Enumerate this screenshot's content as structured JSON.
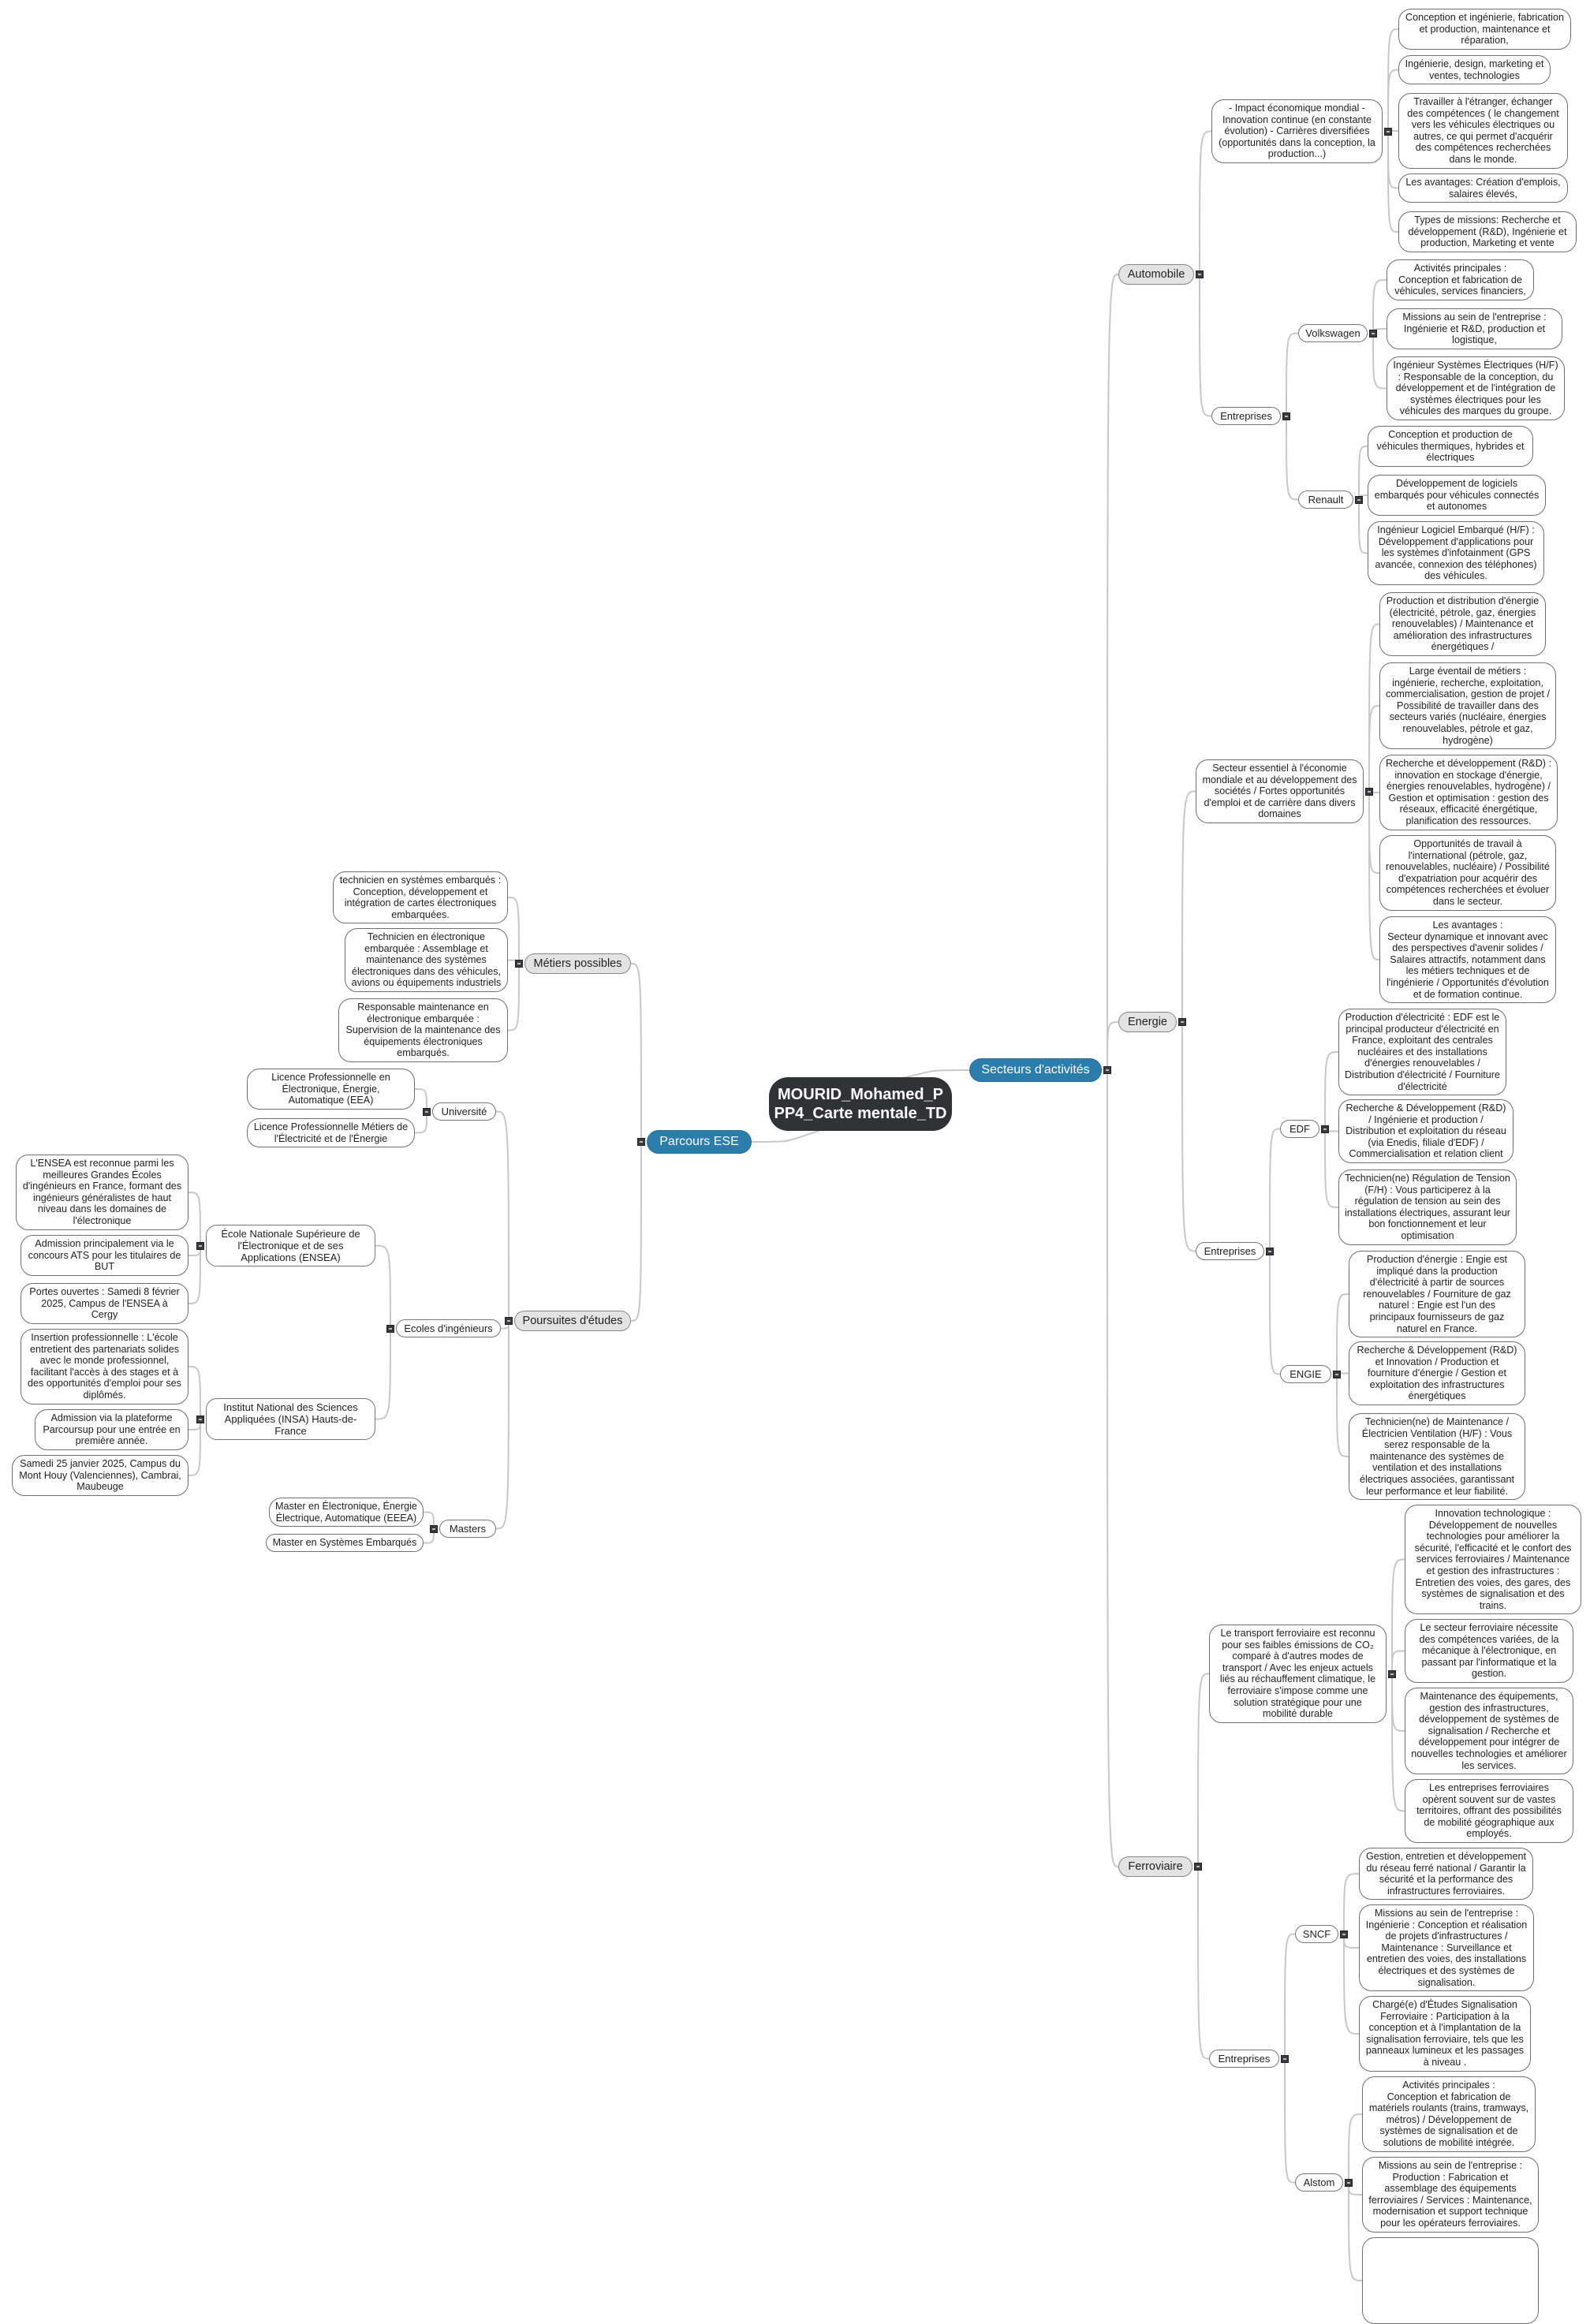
{
  "central": "MOURID_Mohamed_P\nPP4_Carte mentale_TD",
  "secteurs": {
    "label": "Secteurs d'activités",
    "automobile": {
      "label": "Automobile",
      "description": "- Impact économique mondial - Innovation continue (en constante évolution) - Carrières diversifiées (opportunités dans la conception, la production...)",
      "points": [
        "Conception et ingénierie, fabrication et production, maintenance et réparation,",
        "Ingénierie, design, marketing et ventes, technologies",
        "Travailler à l'étranger, échanger des compétences ( le changement vers les véhicules électriques ou autres, ce qui permet d'acquérir des compétences recherchées dans le monde.",
        "Les avantages: Création d'emplois, salaires élevés,",
        "Types de missions: Recherche et développement (R&D), Ingénierie et production, Marketing et vente"
      ],
      "entreprises": {
        "label": "Entreprises",
        "volkswagen": {
          "label": "Volkswagen",
          "items": [
            "Activités principales :\nConception et fabrication de véhicules, services financiers,",
            "Missions au sein de l'entreprise : Ingénierie et R&D, production et logistique,",
            "Ingénieur Systèmes Électriques (H/F) : Responsable de la conception, du développement et de l'intégration de systèmes électriques pour les véhicules des marques du groupe."
          ]
        },
        "renault": {
          "label": "Renault",
          "items": [
            "Conception et production de véhicules thermiques, hybrides et électriques",
            "Développement de logiciels embarqués pour véhicules connectés et autonomes",
            "Ingénieur Logiciel Embarqué (H/F) : Développement d'applications pour les systèmes d'infotainment (GPS avancée, connexion des téléphones) des véhicules."
          ]
        }
      }
    },
    "energie": {
      "label": "Energie",
      "description": "Secteur essentiel à l'économie mondiale et au développement des sociétés / Fortes opportunités d'emploi et de carrière dans divers domaines",
      "points": [
        "Production et distribution d'énergie (électricité, pétrole, gaz, énergies renouvelables) / Maintenance et amélioration des infrastructures énergétiques /",
        "Large éventail de métiers : ingénierie, recherche, exploitation, commercialisation, gestion de projet / Possibilité de travailler dans des secteurs variés (nucléaire, énergies renouvelables, pétrole et gaz, hydrogène)",
        "Recherche et développement (R&D) : innovation en stockage d'énergie, énergies renouvelables, hydrogène) / Gestion et optimisation : gestion des réseaux, efficacité énergétique, planification des ressources.",
        "Opportunités de travail à l'international (pétrole, gaz, renouvelables, nucléaire) / Possibilité d'expatriation pour acquérir des compétences recherchées et évoluer dans le secteur.",
        "Les avantages :\nSecteur dynamique et innovant avec des perspectives d'avenir solides / Salaires attractifs, notamment dans les métiers techniques et de l'ingénierie / Opportunités d'évolution et de formation continue."
      ],
      "entreprises": {
        "label": "Entreprises",
        "edf": {
          "label": "EDF",
          "items": [
            "Production d'électricité : EDF est le principal producteur d'électricité en France, exploitant des centrales nucléaires et des installations d'énergies renouvelables / Distribution d'électricité / Fourniture d'électricité",
            "Recherche & Développement (R&D) / Ingénierie et production / Distribution et exploitation du réseau (via Enedis, filiale d'EDF) / Commercialisation et relation client",
            "Technicien(ne) Régulation de Tension (F/H) : Vous participerez à la régulation de tension au sein des installations électriques, assurant leur bon fonctionnement et leur optimisation"
          ]
        },
        "engie": {
          "label": "ENGIE",
          "items": [
            "Production d'énergie : Engie est impliqué dans la production d'électricité à partir de sources renouvelables / Fourniture de gaz naturel : Engie est l'un des principaux fournisseurs de gaz naturel en France.",
            "Recherche & Développement (R&D) et Innovation / Production et fourniture d'énergie / Gestion et exploitation des infrastructures énergétiques",
            "Technicien(ne) de Maintenance / Électricien Ventilation (H/F) : Vous serez responsable de la maintenance des systèmes de ventilation et des installations électriques associées, garantissant leur performance et leur fiabilité."
          ]
        }
      }
    },
    "ferroviaire": {
      "label": "Ferroviaire",
      "description": "Le transport ferroviaire est reconnu pour ses faibles émissions de CO₂ comparé à d'autres modes de transport / Avec les enjeux actuels liés au réchauffement climatique, le ferroviaire s'impose comme une solution stratégique pour une mobilité durable",
      "points": [
        "Innovation technologique : Développement de nouvelles technologies pour améliorer la sécurité, l'efficacité et le confort des services ferroviaires / Maintenance et gestion des infrastructures : Entretien des voies, des gares, des systèmes de signalisation et des trains.",
        "Le secteur ferroviaire nécessite des compétences variées, de la mécanique à l'électronique, en passant par l'informatique et la gestion.",
        "Maintenance des équipements, gestion des infrastructures, développement de systèmes de signalisation / Recherche et développement pour intégrer de nouvelles technologies et améliorer les services.",
        "Les entreprises ferroviaires opèrent souvent sur de vastes territoires, offrant des possibilités de mobilité géographique aux employés."
      ],
      "entreprises": {
        "label": "Entreprises",
        "sncf": {
          "label": "SNCF",
          "items": [
            "Gestion, entretien et développement du réseau ferré national / Garantir la sécurité et la performance des infrastructures ferroviaires.",
            "Missions au sein de l'entreprise : Ingénierie : Conception et réalisation de projets d'infrastructures / Maintenance : Surveillance et entretien des voies, des installations électriques et des systèmes de signalisation.",
            "Chargé(e) d'Études Signalisation Ferroviaire : Participation à la conception et à l'implantation de la signalisation ferroviaire, tels que les panneaux lumineux et les passages à niveau ."
          ]
        },
        "alstom": {
          "label": "Alstom",
          "items": [
            "Activités principales :\nConception et fabrication de matériels roulants (trains, tramways, métros) / Développement de systèmes de signalisation et de solutions de mobilité intégrée.",
            "Missions au sein de l'entreprise : Production : Fabrication et assemblage des équipements ferroviaires / Services : Maintenance, modernisation et support technique pour les opérateurs ferroviaires."
          ]
        }
      }
    }
  },
  "parcours": {
    "label": "Parcours ESE",
    "metiers": {
      "label": "Métiers possibles",
      "items": [
        "technicien en systèmes embarqués : Conception, développement et intégration de cartes électroniques embarquées.",
        "Technicien en électronique embarquée : Assemblage et maintenance des systèmes électroniques dans des véhicules, avions ou équipements industriels",
        "Responsable maintenance en électronique embarquée : Supervision de la maintenance des équipements électroniques embarqués."
      ]
    },
    "poursuites": {
      "label": "Poursuites d'études",
      "universite": {
        "label": "Université",
        "items": [
          "Licence Professionnelle en Électronique, Énergie, Automatique (EEA)",
          "Licence Professionnelle Métiers de l'Électricité et de l'Énergie"
        ]
      },
      "ecoles": {
        "label": "Ecoles d'ingénieurs",
        "ensea": {
          "label": "École Nationale Supérieure de l'Électronique et de ses Applications (ENSEA)",
          "items": [
            "L'ENSEA est reconnue parmi les meilleures Grandes Écoles d'ingénieurs en France, formant des ingénieurs généralistes de haut niveau dans les domaines de l'électronique",
            "Admission principalement via le concours ATS pour les titulaires de BUT",
            "Portes ouvertes : Samedi 8 février 2025, Campus de l'ENSEA à Cergy"
          ]
        },
        "insa": {
          "label": "Institut National des Sciences Appliquées (INSA) Hauts-de-France",
          "items": [
            "Insertion professionnelle : L'école entretient des partenariats solides avec le monde professionnel, facilitant l'accès à des stages et à des opportunités d'emploi pour ses diplômés.",
            "Admission via la plateforme Parcoursup pour une entrée en première année.",
            "Samedi 25 janvier 2025, Campus du Mont Houy (Valenciennes), Cambrai, Maubeuge"
          ]
        }
      },
      "masters": {
        "label": "Masters",
        "items": [
          "Master en Électronique, Énergie Électrique, Automatique (EEEA)",
          "Master en Systèmes Embarqués"
        ]
      }
    }
  }
}
